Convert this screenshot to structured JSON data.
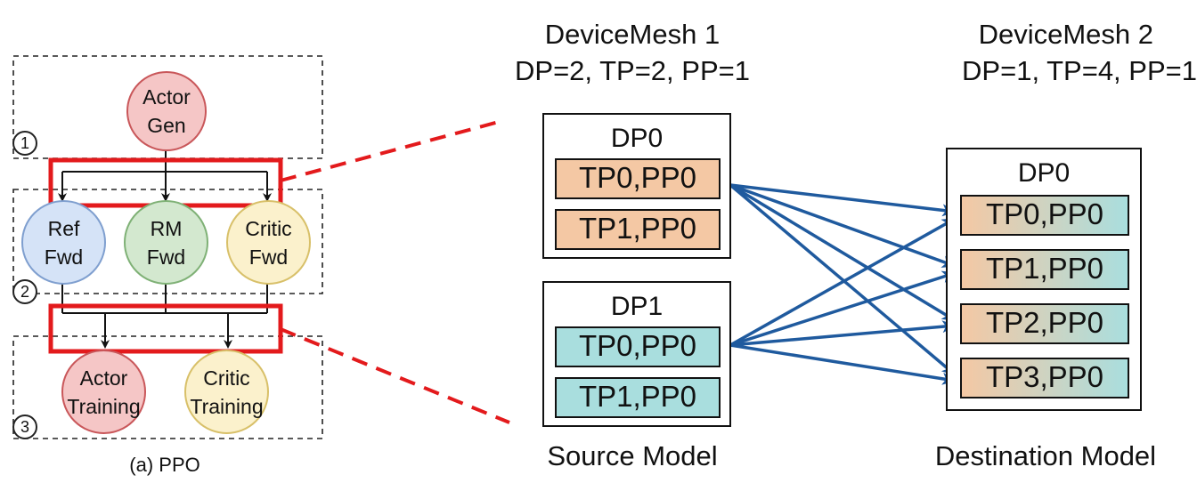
{
  "ppo": {
    "caption": "(a) PPO",
    "stage_numbers": [
      "1",
      "2",
      "3"
    ],
    "nodes": {
      "actor_gen": [
        "Actor",
        "Gen"
      ],
      "ref_fwd": [
        "Ref",
        "Fwd"
      ],
      "rm_fwd": [
        "RM",
        "Fwd"
      ],
      "critic_fwd": [
        "Critic",
        "Fwd"
      ],
      "actor_training": [
        "Actor",
        "Training"
      ],
      "critic_training": [
        "Critic",
        "Training"
      ]
    }
  },
  "source": {
    "mesh_title": "DeviceMesh 1",
    "mesh_config": "DP=2, TP=2, PP=1",
    "groups": [
      {
        "label": "DP0",
        "shards": [
          "TP0,PP0",
          "TP1,PP0"
        ]
      },
      {
        "label": "DP1",
        "shards": [
          "TP0,PP0",
          "TP1,PP0"
        ]
      }
    ],
    "footer": "Source Model"
  },
  "destination": {
    "mesh_title": "DeviceMesh 2",
    "mesh_config": "DP=1, TP=4, PP=1",
    "groups": [
      {
        "label": "DP0",
        "shards": [
          "TP0,PP0",
          "TP1,PP0",
          "TP2,PP0",
          "TP3,PP0"
        ]
      }
    ],
    "footer": "Destination Model"
  },
  "colors": {
    "highlight": "#e31a1c",
    "arrow": "#1f5a9e",
    "source_dp0": "#f4c8a4",
    "source_dp1": "#a9dede",
    "actor": "#f5c6c6",
    "ref": "#d5e3f7",
    "rm": "#d3e8cf",
    "critic": "#fbf1cc"
  }
}
